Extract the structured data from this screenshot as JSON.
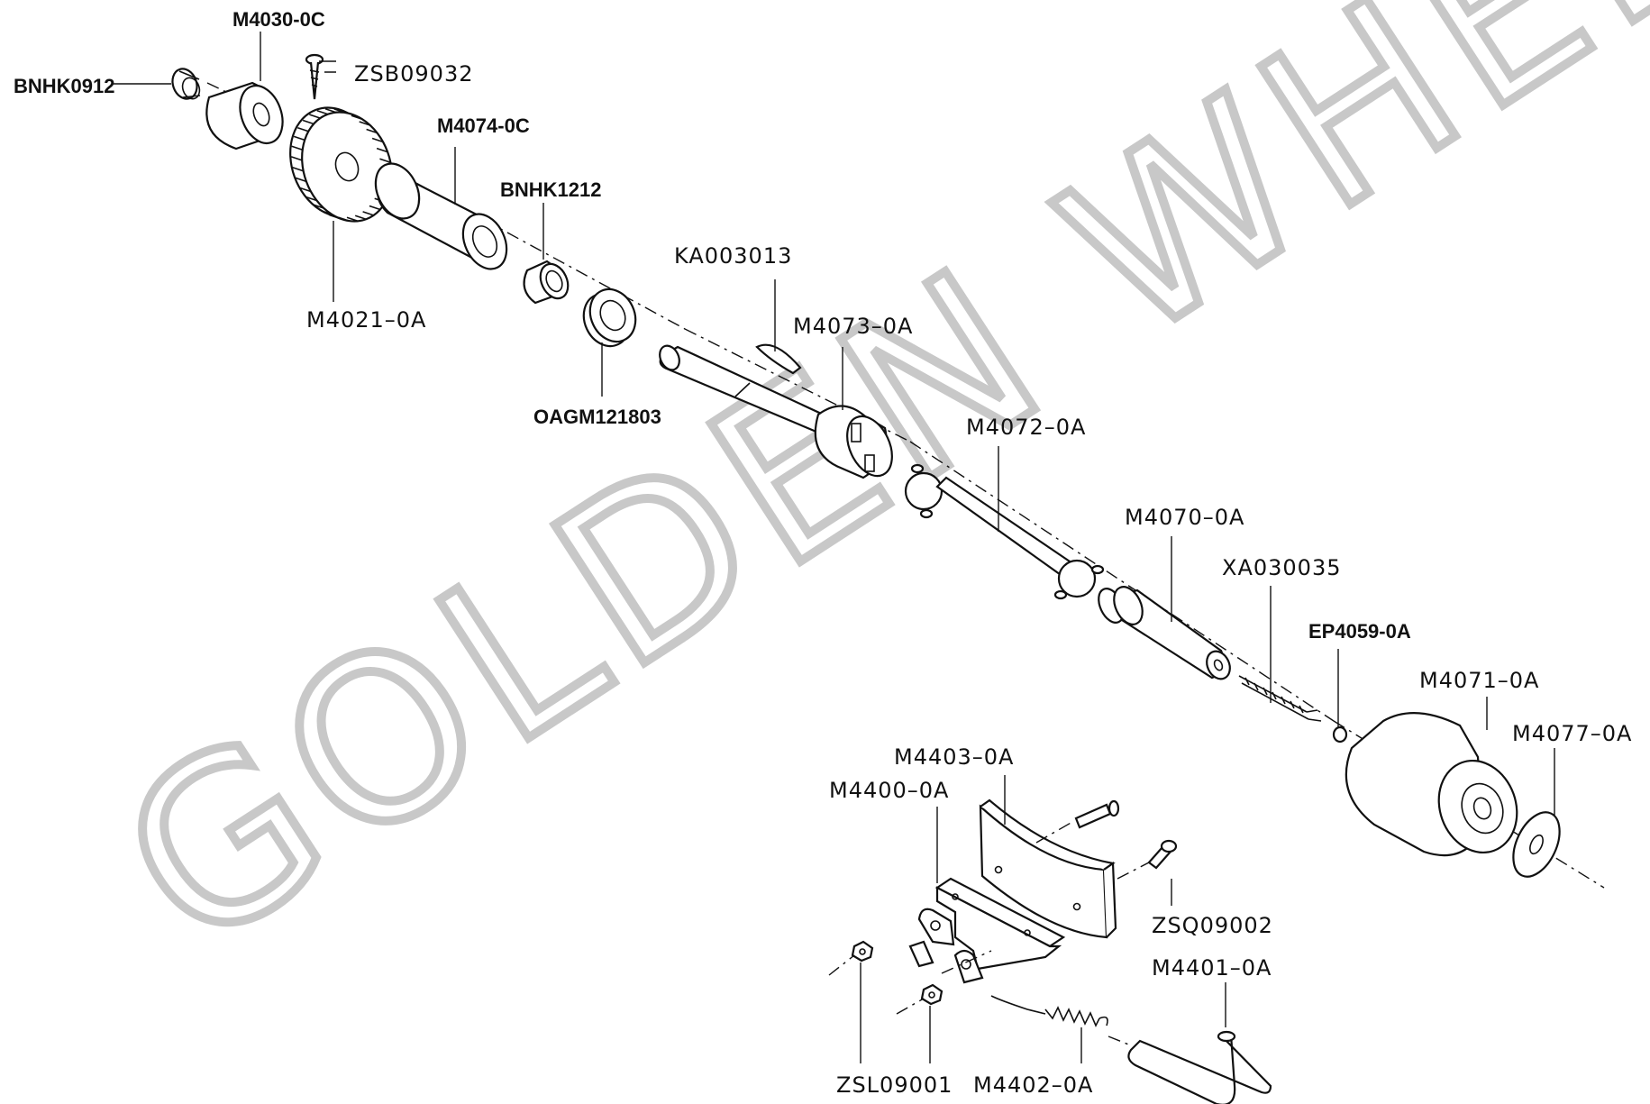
{
  "watermark": "GOLDEN WHEEL",
  "labels": {
    "bnhk0912": "BNHK0912",
    "m4030_0c": "M4030-0C",
    "zsb09032": "ZSB09032",
    "m4074_0c": "M4074-0C",
    "bnhk1212": "BNHK1212",
    "m4021_0a": "M4021–0A",
    "ka003013": "KA003013",
    "m4073_0a": "M4073–0A",
    "oagm121803": "OAGM121803",
    "m4072_0a": "M4072–0A",
    "m4070_0a": "M4070–0A",
    "xa030035": "XA030035",
    "ep4059_0a": "EP4059-0A",
    "m4071_0a": "M4071–0A",
    "m4077_0a": "M4077–0A",
    "m4403_0a": "M4403–0A",
    "m4400_0a": "M4400–0A",
    "zsq09002": "ZSQ09002",
    "m4401_0a": "M4401–0A",
    "zsl09001": "ZSL09001",
    "m4402_0a": "M4402–0A"
  }
}
